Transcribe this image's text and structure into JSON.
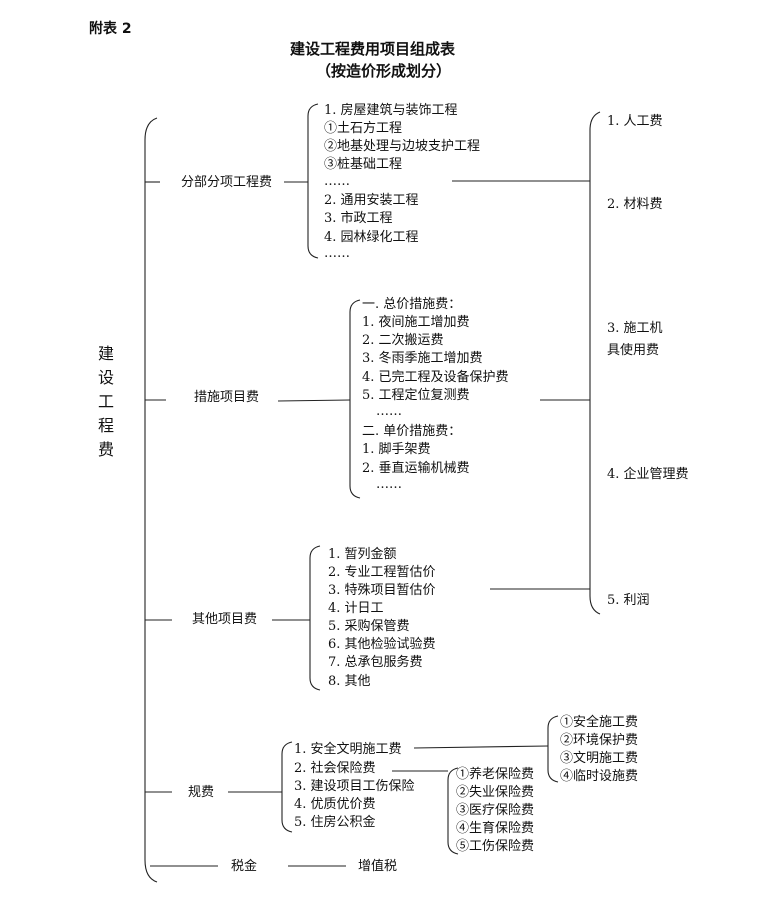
{
  "appendix": "附表 2",
  "title": "建设工程费用项目组成表",
  "subtitle": "（按造价形成划分）",
  "root": [
    "建",
    "设",
    "工",
    "程",
    "费"
  ],
  "categories": {
    "fenbu": "分部分项工程费",
    "cuoshi": "措施项目费",
    "qita": "其他项目费",
    "guifei": "规费",
    "shuijin": "税金"
  },
  "fenbu_items": [
    "1. 房屋建筑与装饰工程",
    "①土石方工程",
    "②地基处理与边坡支护工程",
    "③桩基础工程",
    "……",
    "2. 通用安装工程",
    "3. 市政工程",
    "4. 园林绿化工程",
    "……"
  ],
  "cuoshi_items": [
    "一. 总价措施费：",
    "1. 夜间施工增加费",
    "2. 二次搬运费",
    "3. 冬雨季施工增加费",
    "4. 已完工程及设备保护费",
    "5. 工程定位复测费",
    "……",
    "二. 单价措施费：",
    "1. 脚手架费",
    "2. 垂直运输机械费",
    "……"
  ],
  "qita_items": [
    "1. 暂列金额",
    "2. 专业工程暂估价",
    "3. 特殊项目暂估价",
    "4. 计日工",
    "5. 采购保管费",
    "6. 其他检验试验费",
    "7. 总承包服务费",
    "8. 其他"
  ],
  "guifei_items": [
    "1. 安全文明施工费",
    "2. 社会保险费",
    "3. 建设项目工伤保险",
    "4. 优质优价费",
    "5. 住房公积金"
  ],
  "anquan_items": [
    "①安全施工费",
    "②环境保护费",
    "③文明施工费",
    "④临时设施费"
  ],
  "shebao_items": [
    "①养老保险费",
    "②失业保险费",
    "③医疗保险费",
    "④生育保险费",
    "⑤工伤保险费"
  ],
  "shuijin_item": "增值税",
  "cost_elements": [
    "1. 人工费",
    "2. 材料费",
    "3. 施工机",
    "具使用费",
    "4. 企业管理费",
    "5. 利润"
  ]
}
